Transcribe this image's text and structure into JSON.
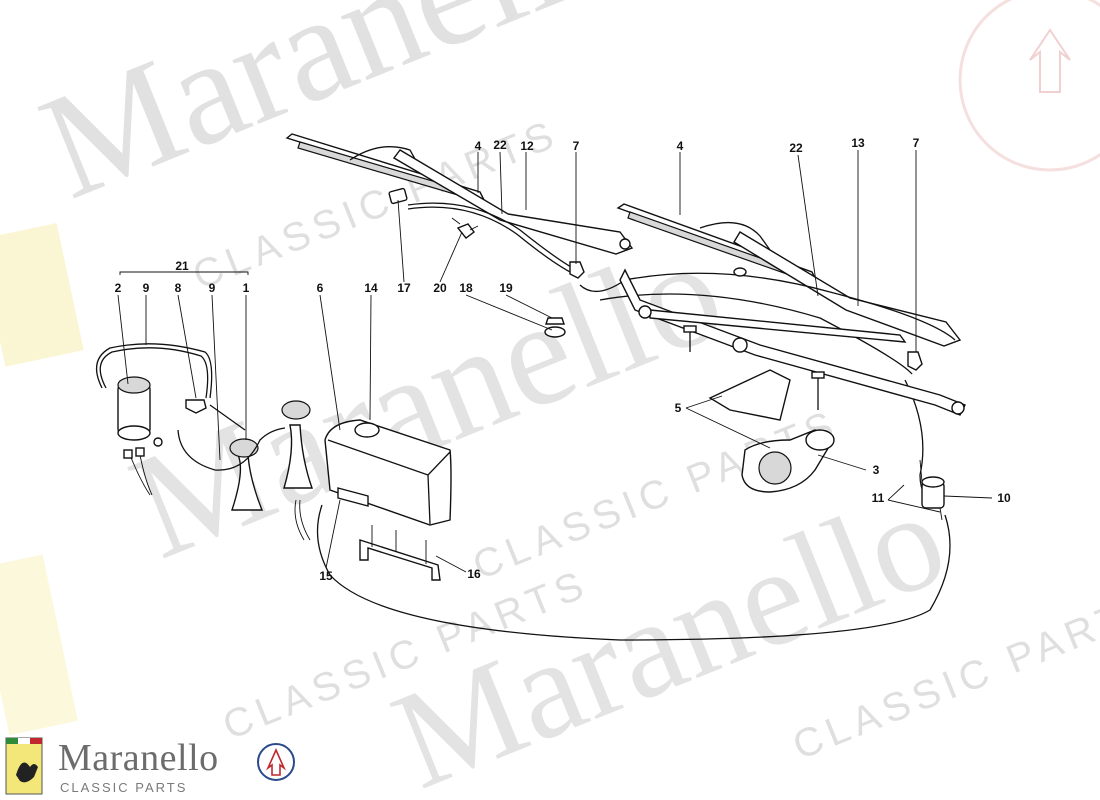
{
  "watermark": {
    "brand": "Maranello",
    "sub": "CLASSIC PARTS"
  },
  "logo": {
    "name": "Maranello",
    "sub": "CLASSIC PARTS"
  },
  "callouts": {
    "c1": "1",
    "c2": "2",
    "c3": "3",
    "c4a": "4",
    "c4b": "4",
    "c5": "5",
    "c6": "6",
    "c7a": "7",
    "c7b": "7",
    "c8": "8",
    "c9a": "9",
    "c9b": "9",
    "c10": "10",
    "c11": "11",
    "c12": "12",
    "c13": "13",
    "c14": "14",
    "c15": "15",
    "c16": "16",
    "c17": "17",
    "c18": "18",
    "c19": "19",
    "c20": "20",
    "c21": "21",
    "c22a": "22",
    "c22b": "22"
  },
  "colors": {
    "watermark": "#c9c9c9",
    "line": "#111111",
    "ferrari_yellow": "#f3e77a",
    "maserati_red": "#c0282d",
    "maserati_blue": "#2b4a8b"
  }
}
